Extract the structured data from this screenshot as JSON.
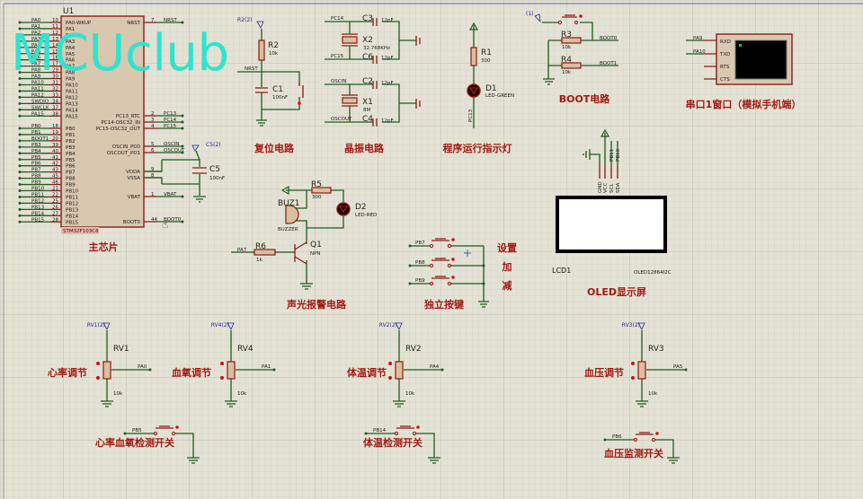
{
  "watermark": "MCUclub",
  "mcu": {
    "ref": "U1",
    "part": "STM32F103C8",
    "left_pins": [
      {
        "net": "PA0",
        "num": "10",
        "pin": "PA0-WKUP"
      },
      {
        "net": "PA1",
        "num": "11",
        "pin": "PA1"
      },
      {
        "net": "PA2",
        "num": "12",
        "pin": "PA2"
      },
      {
        "net": "PA3",
        "num": "13",
        "pin": "PA3"
      },
      {
        "net": "PA4",
        "num": "14",
        "pin": "PA4"
      },
      {
        "net": "PA5",
        "num": "15",
        "pin": "PA5"
      },
      {
        "net": "PA6",
        "num": "16",
        "pin": "PA6"
      },
      {
        "net": "PA7",
        "num": "17",
        "pin": "PA7"
      },
      {
        "net": "PA8",
        "num": "29",
        "pin": "PA8"
      },
      {
        "net": "PA9",
        "num": "30",
        "pin": "PA9"
      },
      {
        "net": "PA10",
        "num": "31",
        "pin": "PA10"
      },
      {
        "net": "PA11",
        "num": "32",
        "pin": "PA11"
      },
      {
        "net": "PA12",
        "num": "33",
        "pin": "PA12"
      },
      {
        "net": "SWDIO",
        "num": "34",
        "pin": "PA13"
      },
      {
        "net": "SWCLK",
        "num": "37",
        "pin": "PA14"
      },
      {
        "net": "PA15",
        "num": "38",
        "pin": "PA15"
      },
      {
        "net": "PB0",
        "num": "18",
        "pin": "PB0"
      },
      {
        "net": "PB1",
        "num": "19",
        "pin": "PB1"
      },
      {
        "net": "BOOT1",
        "num": "20",
        "pin": "PB2"
      },
      {
        "net": "PB3",
        "num": "39",
        "pin": "PB3"
      },
      {
        "net": "PB4",
        "num": "40",
        "pin": "PB4"
      },
      {
        "net": "PB5",
        "num": "41",
        "pin": "PB5"
      },
      {
        "net": "PB6",
        "num": "42",
        "pin": "PB6"
      },
      {
        "net": "PB7",
        "num": "43",
        "pin": "PB7"
      },
      {
        "net": "PB8",
        "num": "45",
        "pin": "PB8"
      },
      {
        "net": "PB9",
        "num": "46",
        "pin": "PB9"
      },
      {
        "net": "PB10",
        "num": "21",
        "pin": "PB10"
      },
      {
        "net": "PB11",
        "num": "22",
        "pin": "PB11"
      },
      {
        "net": "PB12",
        "num": "25",
        "pin": "PB12"
      },
      {
        "net": "PB13",
        "num": "26",
        "pin": "PB13"
      },
      {
        "net": "PB14",
        "num": "27",
        "pin": "PB14"
      },
      {
        "net": "PB15",
        "num": "28",
        "pin": "PB15"
      }
    ],
    "right_pins": [
      {
        "pin": "NRST",
        "num": "7",
        "net": "NRST"
      },
      {
        "pin": "PC13_RTC",
        "num": "2",
        "net": "PC13"
      },
      {
        "pin": "PC14-OSC32_IN",
        "num": "3",
        "net": "PC14"
      },
      {
        "pin": "PC15-OSC32_OUT",
        "num": "4",
        "net": "PC15"
      },
      {
        "pin": "OSCIN_PD0",
        "num": "5",
        "net": "OSCIN"
      },
      {
        "pin": "OSCOUT_PD1",
        "num": "6",
        "net": "OSCOUT"
      },
      {
        "pin": "VDDA",
        "num": "9",
        "net": ""
      },
      {
        "pin": "VSSA",
        "num": "8",
        "net": ""
      },
      {
        "pin": "VBAT",
        "num": "1",
        "net": "VBAT"
      },
      {
        "pin": "BOOT0",
        "num": "44",
        "net": "BOOT0"
      }
    ],
    "c5": {
      "ref": "C5",
      "value": "100nF",
      "term": "C5(2)"
    },
    "title": "主芯片"
  },
  "reset": {
    "term": "R2(2)",
    "r_ref": "R2",
    "r_val": "10k",
    "net": "NRST",
    "c_ref": "C1",
    "c_val": "100nF",
    "title": "复位电路"
  },
  "crystal": {
    "pc14": "PC14",
    "pc15": "PC15",
    "c3": "C3",
    "c6": "C6",
    "x2": "X2",
    "x2_val": "32.768KHz",
    "oscin": "OSCIN",
    "oscout": "OSCOUT",
    "c2": "C2",
    "c4": "C4",
    "x1": "X1",
    "x1_val": "8M",
    "cap_val": "12pF",
    "title": "晶振电路"
  },
  "led": {
    "r_ref": "R1",
    "r_val": "300",
    "d_ref": "D1",
    "d_val": "LED-GREEN",
    "net": "PC13",
    "title": "程序运行指示灯"
  },
  "boot": {
    "term": "(1)",
    "r3": "R3",
    "r4": "R4",
    "r_val": "10k",
    "boot0": "BOOT0",
    "boot1": "BOOT1",
    "title": "BOOT电路"
  },
  "serial": {
    "pins": [
      "RXD",
      "TXD",
      "RTS",
      "CTS"
    ],
    "pa9": "PA9",
    "pa10": "PA10",
    "title": "串口1窗口（模拟手机端）"
  },
  "oled": {
    "pins": [
      "GND",
      "VCC",
      "SCL",
      "SDA"
    ],
    "nets": [
      "PB11",
      "PB10"
    ],
    "ref": "LCD1",
    "part": "OLED12864I2C",
    "title": "OLED显示屏"
  },
  "alarm": {
    "r5": "R5",
    "r5_val": "300",
    "buz": "BUZ1",
    "buz_val": "BUZZER",
    "d2": "D2",
    "d2_val": "LED-RED",
    "q1": "Q1",
    "q1_val": "NPN",
    "r6": "R6",
    "r6_val": "1k",
    "net": "PA7",
    "title": "声光报警电路"
  },
  "keys": {
    "nets": [
      "PB7",
      "PB8",
      "PB9"
    ],
    "labels": [
      "设置",
      "加",
      "减"
    ],
    "title": "独立按键"
  },
  "pots": [
    {
      "term": "RV1(2)",
      "ref": "RV1",
      "val": "10k",
      "net": "PA0",
      "title": "心率调节"
    },
    {
      "term": "RV4(2)",
      "ref": "RV4",
      "val": "10k",
      "net": "PA1",
      "title": "血氧调节"
    },
    {
      "term": "RV2(2)",
      "ref": "RV2",
      "val": "10k",
      "net": "PA4",
      "title": "体温调节"
    },
    {
      "term": "RV3(2)",
      "ref": "RV3",
      "val": "10k",
      "net": "PA5",
      "title": "血压调节"
    }
  ],
  "switches": [
    {
      "net": "PB5",
      "title": "心率血氧检测开关"
    },
    {
      "net": "PB14",
      "title": "体温检测开关"
    },
    {
      "net": "PB6",
      "title": "血压监测开关"
    }
  ],
  "colors": {
    "wire": "#1f5c1f",
    "component": "#8a1c14",
    "title": "#a11a14",
    "watermark": "#2fe3cf",
    "background": "#e4e2d4"
  }
}
